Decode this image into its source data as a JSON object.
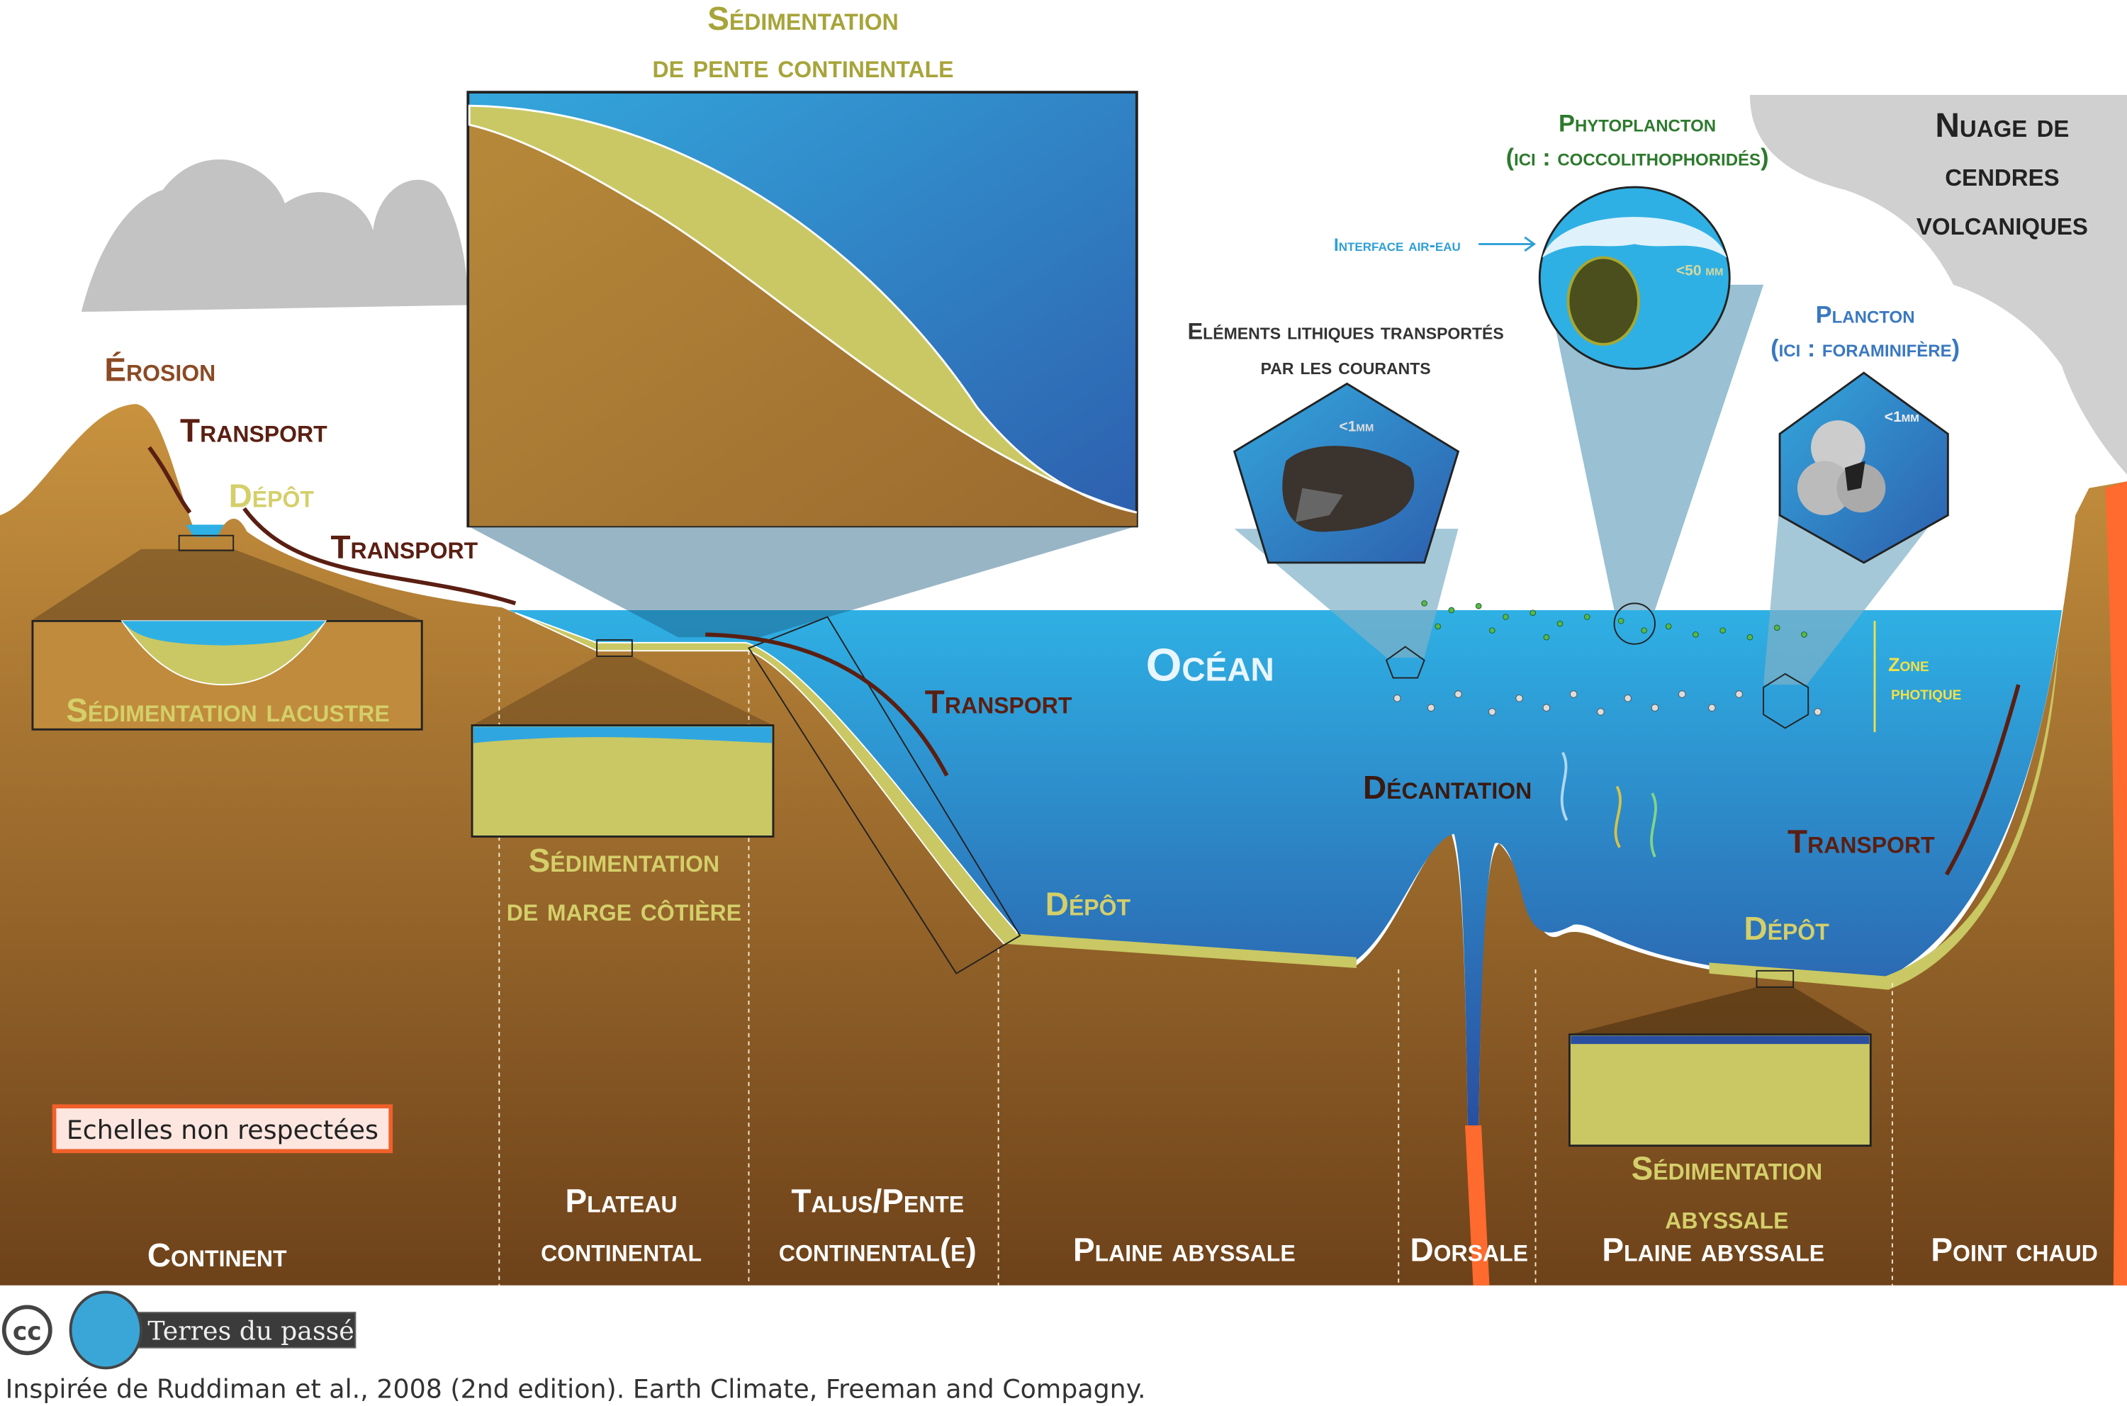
{
  "title": {
    "line1": "Sédimentation",
    "line2": "de pente continentale"
  },
  "labels": {
    "erosion": "Érosion",
    "transport1": "Transport",
    "depot1": "Dépôt",
    "transport2": "Transport",
    "lacustre": "Sédimentation lacustre",
    "marge1": "Sédimentation",
    "marge2": "de marge côtière",
    "transport3": "Transport",
    "ocean": "Océan",
    "decantation": "Décantation",
    "depot2": "Dépôt",
    "transport4": "Transport",
    "depot3": "Dépôt",
    "abyssale1": "Sédimentation",
    "abyssale2": "abyssale",
    "zone1": "Zone",
    "zone2": "photique",
    "lithiques1": "Eléments lithiques transportés",
    "lithiques2": "par les courants",
    "lithiques_size": "<1mm",
    "phyto1": "Phytoplancton",
    "phyto2": "(ici : coccolithophoridés)",
    "phyto_size": "<50 µm",
    "interface": "Interface air-eau",
    "plancton1": "Plancton",
    "plancton2": "(ici : foraminifère)",
    "plancton_size": "<1mm",
    "nuage1": "Nuage de",
    "nuage2": "cendres",
    "nuage3": "volcaniques",
    "echelles": "Echelles non respectées"
  },
  "zones": {
    "continent": "Continent",
    "plateau1": "Plateau",
    "plateau2": "continental",
    "talus1": "Talus/Pente",
    "talus2": "continental(e)",
    "plaine1": "Plaine abyssale",
    "dorsale": "Dorsale",
    "plaine2": "Plaine abyssale",
    "point": "Point chaud"
  },
  "footer": {
    "cc": "cc",
    "brand": "Terres du passé",
    "credit": "Inspirée de Ruddiman et al., 2008 (2nd edition). Earth Climate, Freeman and Compagny."
  },
  "colors": {
    "ground_top": "#c8923f",
    "ground_bottom": "#6e421a",
    "ocean_top": "#2fb0e4",
    "ocean_bottom": "#2a57a8",
    "sediment": "#c9c864",
    "label_dark": "#5a1f12",
    "label_sed": "#d4cf6a",
    "lava": "#ff6a2e"
  }
}
